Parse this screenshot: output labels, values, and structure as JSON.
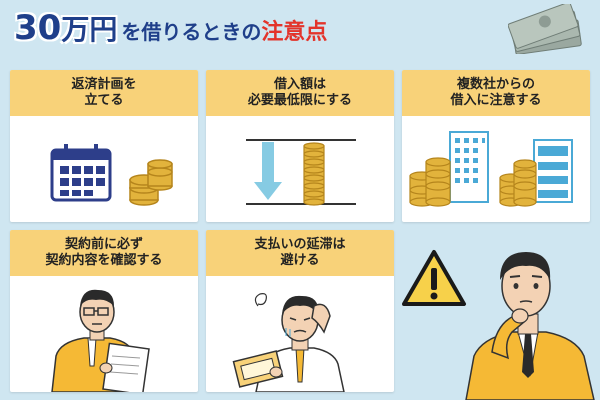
{
  "title": {
    "number": "30",
    "unit": "万円",
    "middle": "を借りるときの",
    "highlight": "注意点"
  },
  "cards": [
    {
      "label": "返済計画を\n立てる"
    },
    {
      "label": "借入額は\n必要最低限にする"
    },
    {
      "label": "複数社からの\n借入に注意する"
    },
    {
      "label": "契約前に必ず\n契約内容を確認する"
    },
    {
      "label": "支払いの延滞は\n避ける"
    }
  ],
  "colors": {
    "background": "#cfe6f1",
    "header": "#f8d279",
    "title": "#1f3f8a",
    "accent": "#e3342b"
  }
}
